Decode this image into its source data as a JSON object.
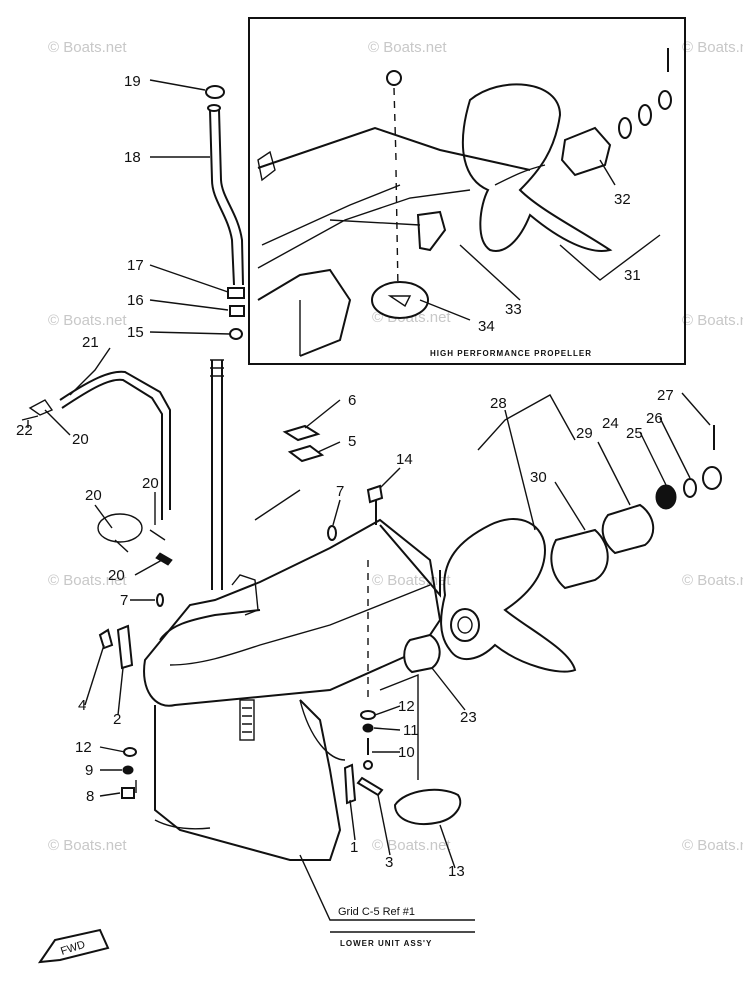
{
  "diagram": {
    "inset_caption": "HIGH PERFORMANCE PROPELLER",
    "grid_ref": "Grid C-5  Ref #1",
    "assembly_label": "LOWER UNIT ASS'Y",
    "fwd_label": "FWD",
    "watermark": "© Boats.net",
    "callouts": {
      "c1": "1",
      "c2": "2",
      "c3": "3",
      "c4": "4",
      "c5": "5",
      "c6": "6",
      "c7a": "7",
      "c7b": "7",
      "c8": "8",
      "c9": "9",
      "c10": "10",
      "c11": "11",
      "c12a": "12",
      "c12b": "12",
      "c13": "13",
      "c14": "14",
      "c15": "15",
      "c16": "16",
      "c17": "17",
      "c18": "18",
      "c19": "19",
      "c20a": "20",
      "c20b": "20",
      "c20c": "20",
      "c20d": "20",
      "c21": "21",
      "c22": "22",
      "c23": "23",
      "c24": "24",
      "c25": "25",
      "c26": "26",
      "c27": "27",
      "c28": "28",
      "c29": "29",
      "c30": "30",
      "c31": "31",
      "c32": "32",
      "c33": "33",
      "c34": "34"
    }
  }
}
